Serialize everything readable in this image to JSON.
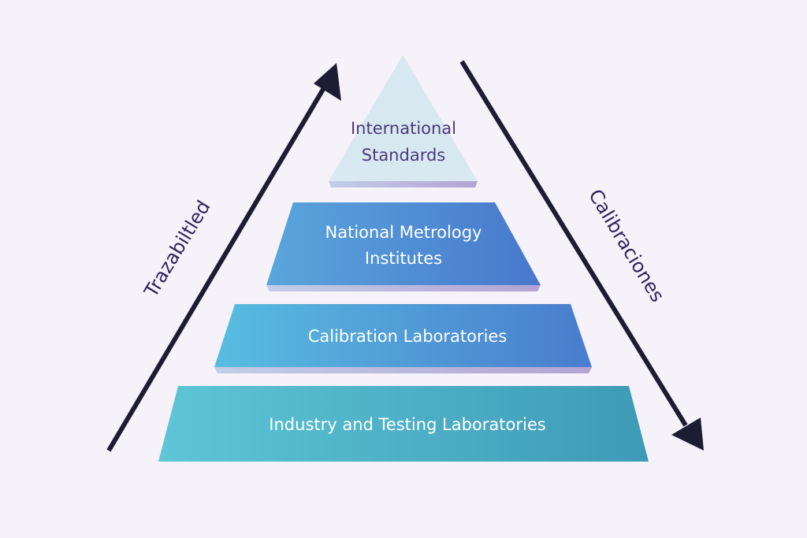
{
  "diagram": {
    "tiers": [
      {
        "label_lines": [
          "International",
          "Standards"
        ],
        "color_top": "#d3e6f0",
        "color_bottom": "#dceaf2",
        "text_color": "#4b3a78"
      },
      {
        "label_lines": [
          "National Metrology",
          "Institutes"
        ],
        "color_top": "#5aa0dc",
        "color_bottom": "#4a7bcc",
        "text_color": "#ffffff"
      },
      {
        "label_lines": [
          "Calibration Laboratories"
        ],
        "color_top": "#57b8de",
        "color_bottom": "#4a80cd",
        "text_color": "#ffffff"
      },
      {
        "label_lines": [
          "Industry and Testing Laboratories"
        ],
        "color_top": "#5cc0d2",
        "color_bottom": "#3f9fb8",
        "text_color": "#ffffff"
      }
    ],
    "left_arrow": {
      "label": "Trazabiltled",
      "direction": "up"
    },
    "right_arrow": {
      "label": "Calibraciones",
      "direction": "down"
    },
    "colors": {
      "arrow": "#1c1d33",
      "arrow_label": "#35215e",
      "background": "#f5f2f9"
    }
  }
}
